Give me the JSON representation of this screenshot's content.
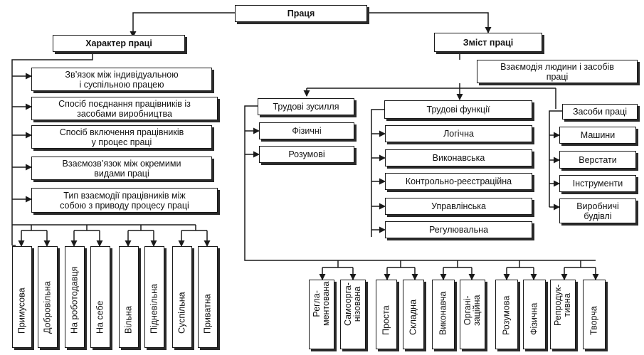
{
  "root": {
    "label": "Праця"
  },
  "character": {
    "title": "Характер праці",
    "items": [
      "Зв’язок між індивідуальною\nі суспільною працею",
      "Спосіб поєднання працівників із\nзасобами виробництва",
      "Спосіб включення працівників\nу процес праці",
      "Взаємозв’язок між окремими\nвидами праці",
      "Тип взаємодії працівників між\nсобою з приводу процесу праці"
    ],
    "types": [
      "Примусова",
      "Добровільна",
      "На роботодавця",
      "На себе",
      "Вільна",
      "Підневільна",
      "Суспільна",
      "Приватна"
    ]
  },
  "content": {
    "title": "Зміст праці",
    "interaction": "Взаємодія людини і засобів\nпраці",
    "efforts": {
      "title": "Трудові зусилля",
      "items": [
        "Фізичні",
        "Розумові"
      ]
    },
    "functions": {
      "title": "Трудові функції",
      "items": [
        "Логічна",
        "Виконавська",
        "Контрольно-реєстраційна",
        "Управлінська",
        "Регулювальна"
      ]
    },
    "means": {
      "title": "Засоби праці",
      "items": [
        "Машини",
        "Верстати",
        "Інструменти",
        "Виробничі\nбудівлі"
      ]
    },
    "types": [
      "Регла-\nментована",
      "Самоорга-\nнізована",
      "Проста",
      "Складна",
      "Виконавча",
      "Органі-\nзаційна",
      "Розумова",
      "Фізична",
      "Репродук-\nтивна",
      "Творча"
    ]
  }
}
